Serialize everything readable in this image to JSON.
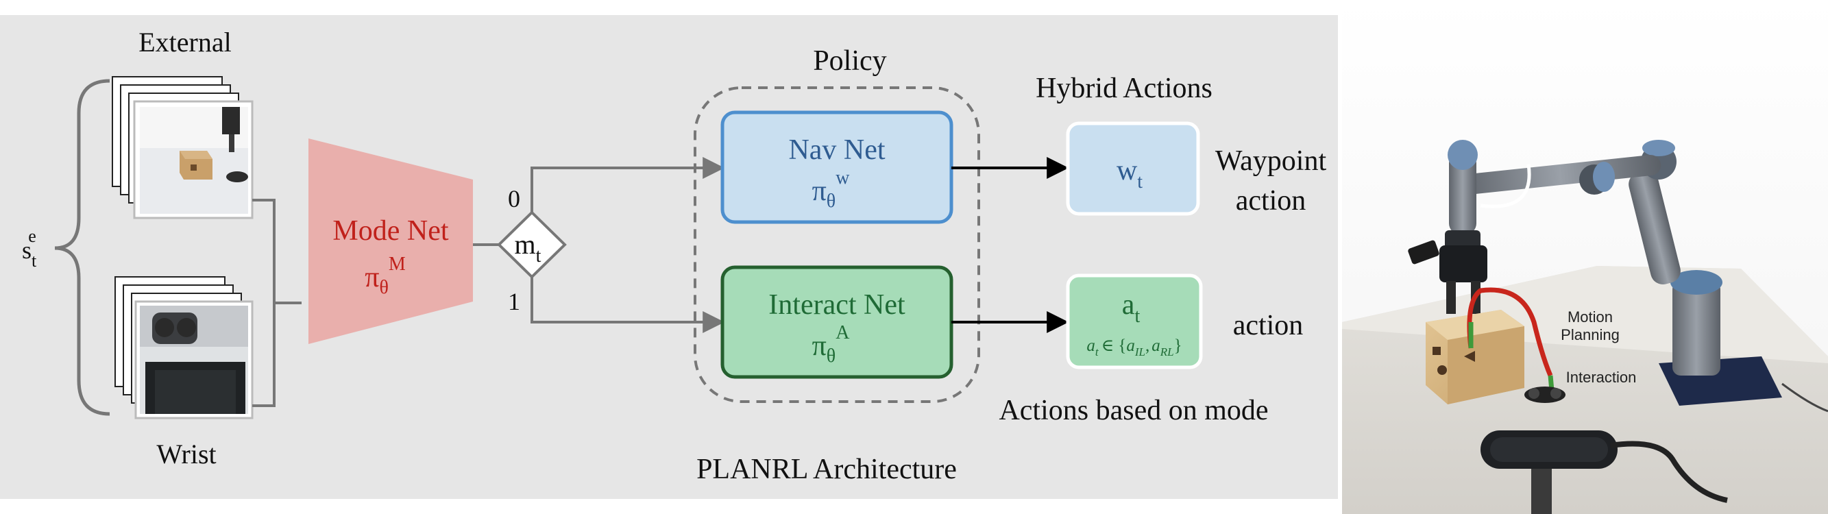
{
  "diagram": {
    "title": "PLANRL Architecture",
    "inputs": {
      "state_symbol": "s",
      "state_sub": "t",
      "state_sup": "e",
      "external_label": "External",
      "wrist_label": "Wrist"
    },
    "mode_net": {
      "label": "Mode Net",
      "symbol": "π",
      "sub": "θ",
      "sup": "M"
    },
    "mode_switch": {
      "symbol": "m",
      "sub": "t",
      "branch_0": "0",
      "branch_1": "1"
    },
    "policy": {
      "label": "Policy",
      "nav_net": {
        "label": "Nav Net",
        "symbol": "π",
        "sub": "θ",
        "sup": "w"
      },
      "interact_net": {
        "label": "Interact Net",
        "symbol": "π",
        "sub": "θ",
        "sup": "A"
      }
    },
    "hybrid_actions_label": "Hybrid Actions",
    "waypoint": {
      "symbol": "w",
      "sub": "t",
      "label_line1": "Waypoint",
      "label_line2": "action"
    },
    "action": {
      "symbol": "a",
      "sub": "t",
      "set_lhs": "a",
      "set_lhs_sub": "t",
      "set_in": "∈ {",
      "set_a1": "a",
      "set_a1_sub": "IL",
      "set_comma": ",",
      "set_a2": "a",
      "set_a2_sub": "RL",
      "set_close": "}",
      "label": "action"
    },
    "actions_based_label": "Actions based on mode",
    "photo": {
      "motion_line1": "Motion",
      "motion_line2": "Planning",
      "interaction_label": "Interaction"
    }
  },
  "colors": {
    "panel_bg": "#e6e6e6",
    "mode_net_fill": "#e9afac",
    "mode_net_text": "#c0211b",
    "nav_fill": "#c9dff0",
    "nav_stroke": "#4d8fce",
    "nav_text": "#2f5c91",
    "interact_fill": "#a6dcb8",
    "interact_stroke": "#25602f",
    "interact_text": "#1f6b36",
    "arrow_gray": "#777777"
  }
}
